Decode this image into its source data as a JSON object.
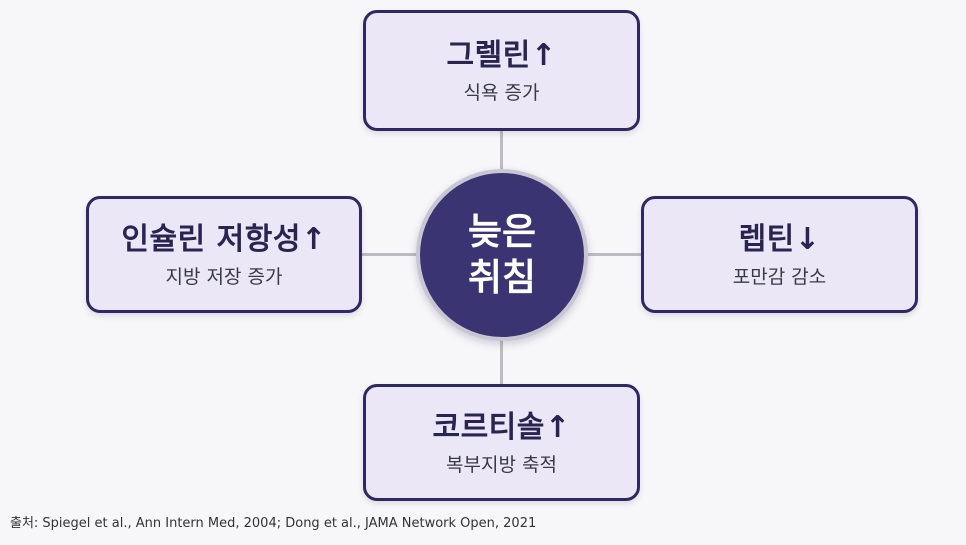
{
  "center": {
    "line1": "늦은",
    "line2": "취침"
  },
  "nodes": {
    "top": {
      "title": "그렐린↑",
      "desc": "식욕 증가"
    },
    "left": {
      "title": "인슐린 저항성↑",
      "desc": "지방 저장 증가"
    },
    "right": {
      "title": "렙틴↓",
      "desc": "포만감 감소"
    },
    "bottom": {
      "title": "코르티솔↑",
      "desc": "복부지방 축적"
    }
  },
  "source": "출처: Spiegel et al., Ann Intern Med, 2004; Dong et al., JAMA Network Open, 2021",
  "colors": {
    "center_fill": "#3b3473",
    "box_fill": "#ebe7f7",
    "box_border": "#2f2863",
    "connector": "#bdbcc1",
    "background": "#f7f6f8"
  }
}
